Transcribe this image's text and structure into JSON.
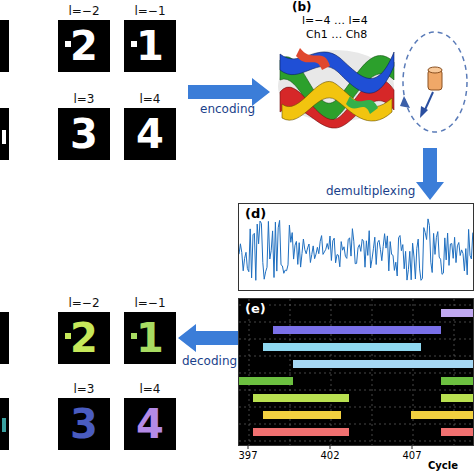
{
  "diagram": {
    "nodes": [
      {
        "text": [
          "l=−2",
          "2"
        ]
      },
      {
        "text": [
          "l=−1",
          "1"
        ]
      },
      {
        "text": [
          "l=3",
          "3"
        ]
      },
      {
        "text": [
          "l=4",
          "4"
        ]
      },
      {
        "text": [
          "(d)"
        ]
      },
      {
        "text": [
          "(e)"
        ]
      },
      {
        "text": [
          "l=−2",
          "2"
        ]
      },
      {
        "text": [
          "l=−1",
          "1"
        ]
      },
      {
        "text": [
          "l=3",
          "3"
        ]
      },
      {
        "text": [
          "l=4",
          "4"
        ]
      }
    ],
    "labels": [
      "encoding",
      "(b)",
      "l=−4 … l=4",
      "Ch1 … Ch8",
      "demultiplexing",
      "decoding",
      "397",
      "402",
      "407",
      "Cycle"
    ]
  }
}
